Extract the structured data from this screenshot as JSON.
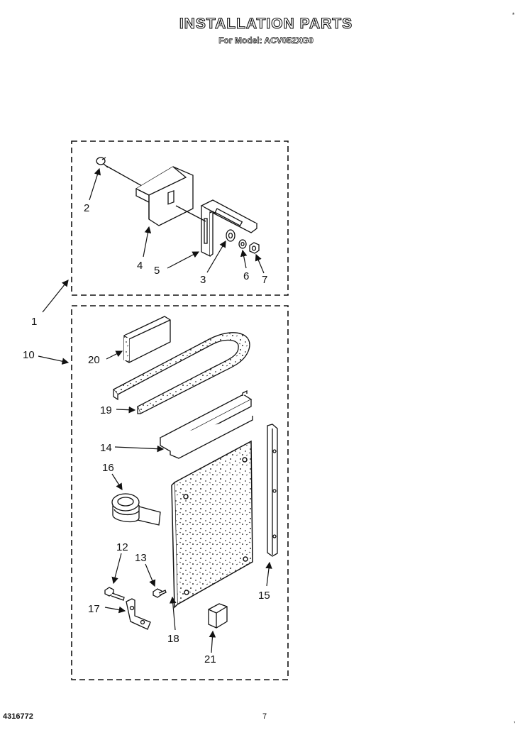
{
  "header": {
    "title": "INSTALLATION PARTS",
    "subtitle": "For Model: ACV052XG0"
  },
  "footer": {
    "document_code": "4316772",
    "page_number": "7"
  },
  "marks": {
    "corner_top": "*",
    "corner_bottom": ","
  },
  "callouts": [
    {
      "id": "1",
      "label": "1"
    },
    {
      "id": "2",
      "label": "2"
    },
    {
      "id": "3",
      "label": "3"
    },
    {
      "id": "4",
      "label": "4"
    },
    {
      "id": "5",
      "label": "5"
    },
    {
      "id": "6",
      "label": "6"
    },
    {
      "id": "7",
      "label": "7"
    },
    {
      "id": "10",
      "label": "10"
    },
    {
      "id": "12",
      "label": "12"
    },
    {
      "id": "13",
      "label": "13"
    },
    {
      "id": "14",
      "label": "14"
    },
    {
      "id": "15",
      "label": "15"
    },
    {
      "id": "16",
      "label": "16"
    },
    {
      "id": "17",
      "label": "17"
    },
    {
      "id": "18",
      "label": "18"
    },
    {
      "id": "19",
      "label": "19"
    },
    {
      "id": "20",
      "label": "20"
    },
    {
      "id": "21",
      "label": "21"
    }
  ]
}
